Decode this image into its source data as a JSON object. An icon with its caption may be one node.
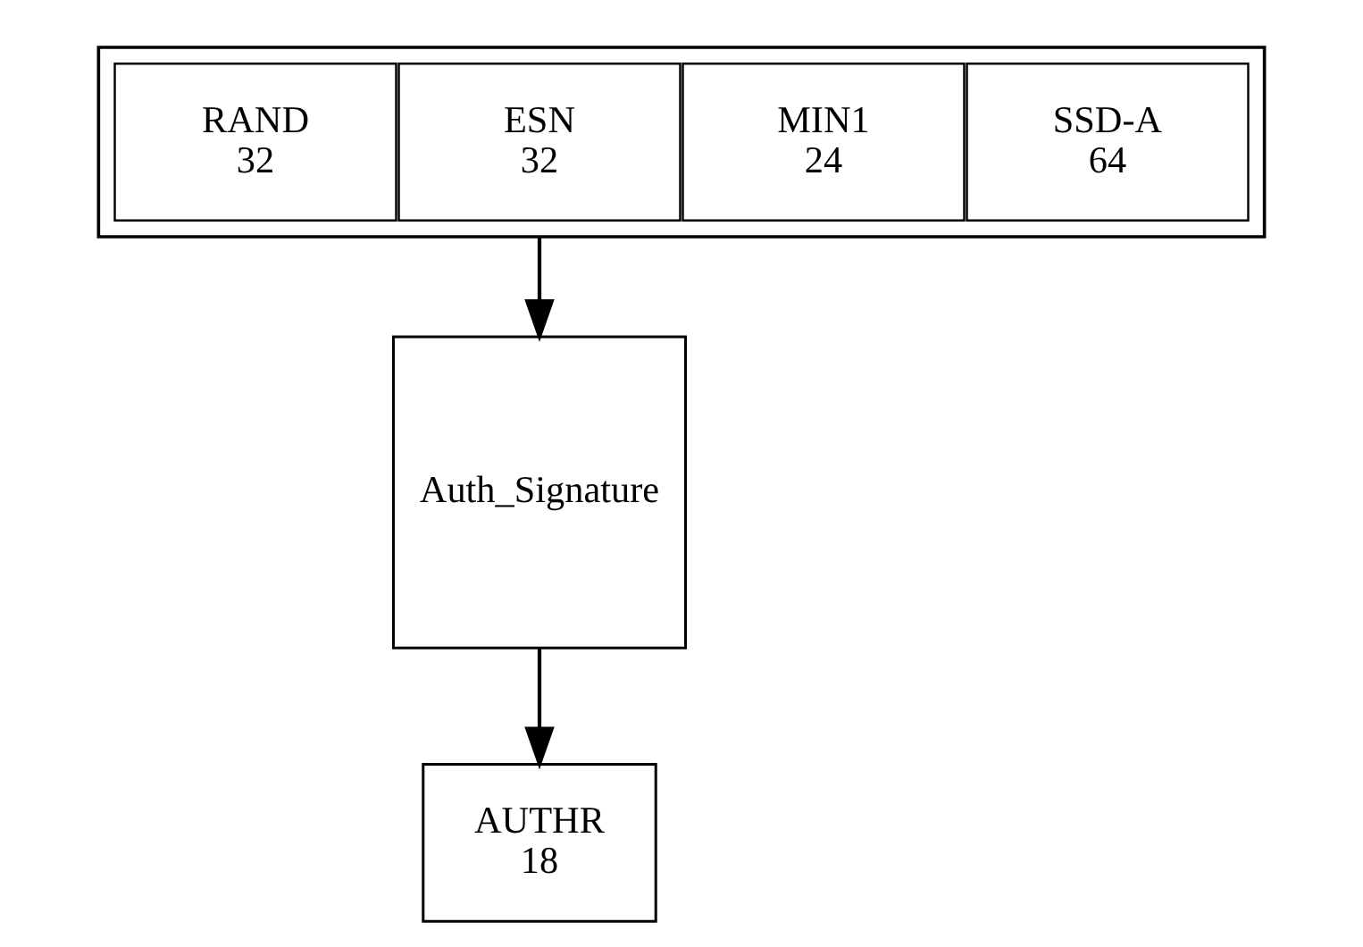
{
  "diagram": {
    "nodes": [
      {
        "text": [],
        "shape": "box"
      },
      {
        "text": [
          "RAND",
          "32"
        ],
        "in": 0
      },
      {
        "text": [
          "ESN",
          "32"
        ],
        "in": 0
      },
      {
        "text": [
          "MIN1",
          "24"
        ],
        "in": 0
      },
      {
        "text": [
          "SSD-A",
          "64"
        ],
        "in": 0
      },
      {
        "text": [
          "Auth_Signature"
        ]
      },
      {
        "text": [
          "AUTHR",
          "18"
        ]
      }
    ],
    "edges": [
      {
        "from": 0,
        "to": 5,
        "arrow": "to"
      },
      {
        "from": 5,
        "to": 6,
        "arrow": "to"
      }
    ]
  }
}
